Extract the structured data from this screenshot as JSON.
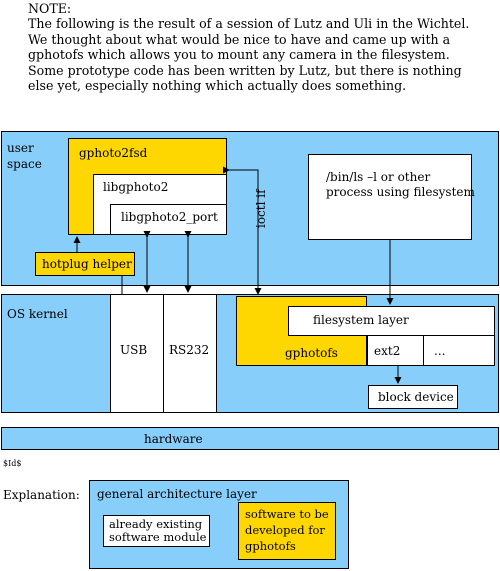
{
  "note": {
    "heading": "NOTE:",
    "body": "The following is the result of a session of Lutz and Uli in the Wichtel.\nWe thought about what would be nice to have and came up with a\ngphotofs which allows you to mount any camera in the filesystem.\nSome prototype code has been written by Lutz, but there is nothing\nelse yet, especially nothing which actually does something."
  },
  "user_space": {
    "label": "user\nspace",
    "gphoto2fsd": "gphoto2fsd",
    "libgphoto2": "libgphoto2",
    "libgphoto2_port": "libgphoto2_port",
    "ioctl": "ioctl if",
    "process": "/bin/ls –l or other\nprocess using filesystem",
    "hotplug": "hotplug helper"
  },
  "kernel": {
    "label": "OS kernel",
    "usb": "USB",
    "rs232": "RS232",
    "filesystem_layer": "filesystem layer",
    "gphotofs": "gphotofs",
    "ext2": "ext2",
    "more": "...",
    "block_device": "block device"
  },
  "hardware": {
    "label": "hardware"
  },
  "id_tag": "$Id$",
  "legend": {
    "title": "Explanation:",
    "general": "general architecture layer",
    "existing": "already existing\nsoftware module",
    "new": "software to be\ndeveloped for\ngphotofs"
  },
  "colors": {
    "layer_blue": "#87cefa",
    "new_yellow": "#ffd700",
    "existing_white": "#ffffff",
    "stroke": "#000000"
  }
}
